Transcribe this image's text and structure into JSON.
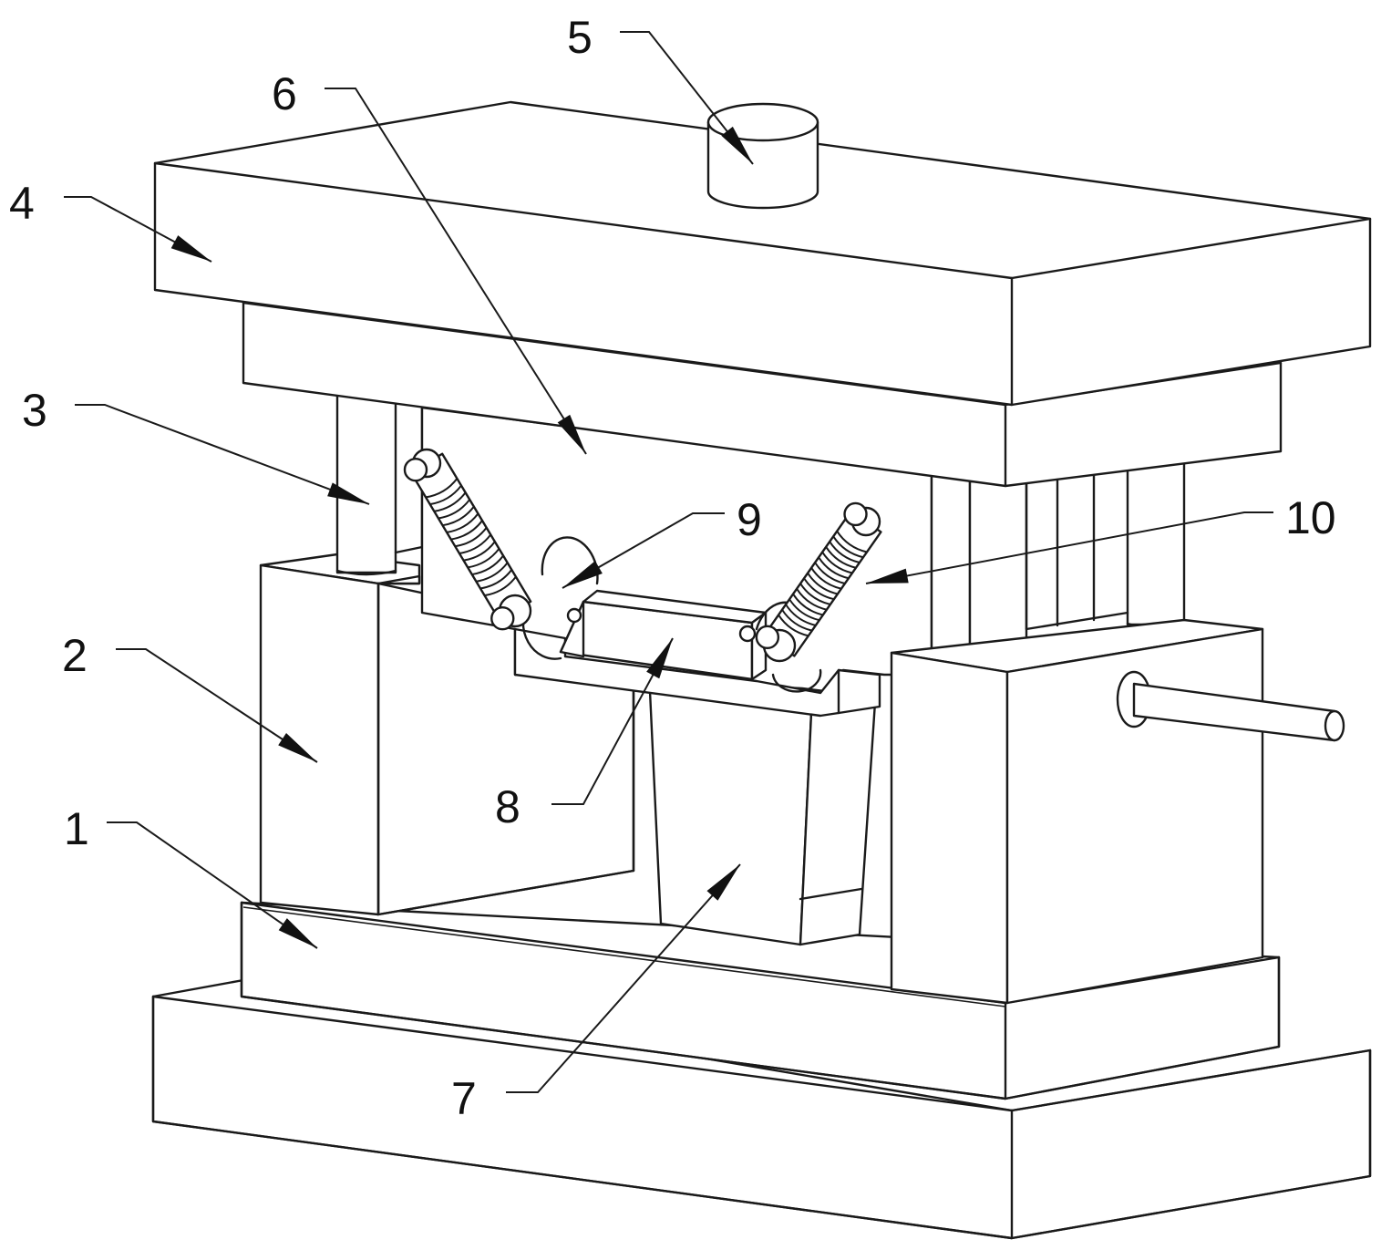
{
  "figure": {
    "type": "patent isometric line drawing",
    "description": "Stamping / punching die assembly with spring-loaded clamping mechanism",
    "line_color": "#1a1a1a",
    "background": "#ffffff"
  },
  "callouts": [
    {
      "id": "1",
      "label": "1",
      "part": "lower die seat"
    },
    {
      "id": "2",
      "label": "2",
      "part": "left support block"
    },
    {
      "id": "3",
      "label": "3",
      "part": "guide pillar"
    },
    {
      "id": "4",
      "label": "4",
      "part": "upper die plate"
    },
    {
      "id": "5",
      "label": "5",
      "part": "punch shank"
    },
    {
      "id": "6",
      "label": "6",
      "part": "upper die holder"
    },
    {
      "id": "7",
      "label": "7",
      "part": "lower die"
    },
    {
      "id": "8",
      "label": "8",
      "part": "workpiece clamp block"
    },
    {
      "id": "9",
      "label": "9",
      "part": "rotating ring"
    },
    {
      "id": "10",
      "label": "10",
      "part": "spring damper"
    }
  ]
}
